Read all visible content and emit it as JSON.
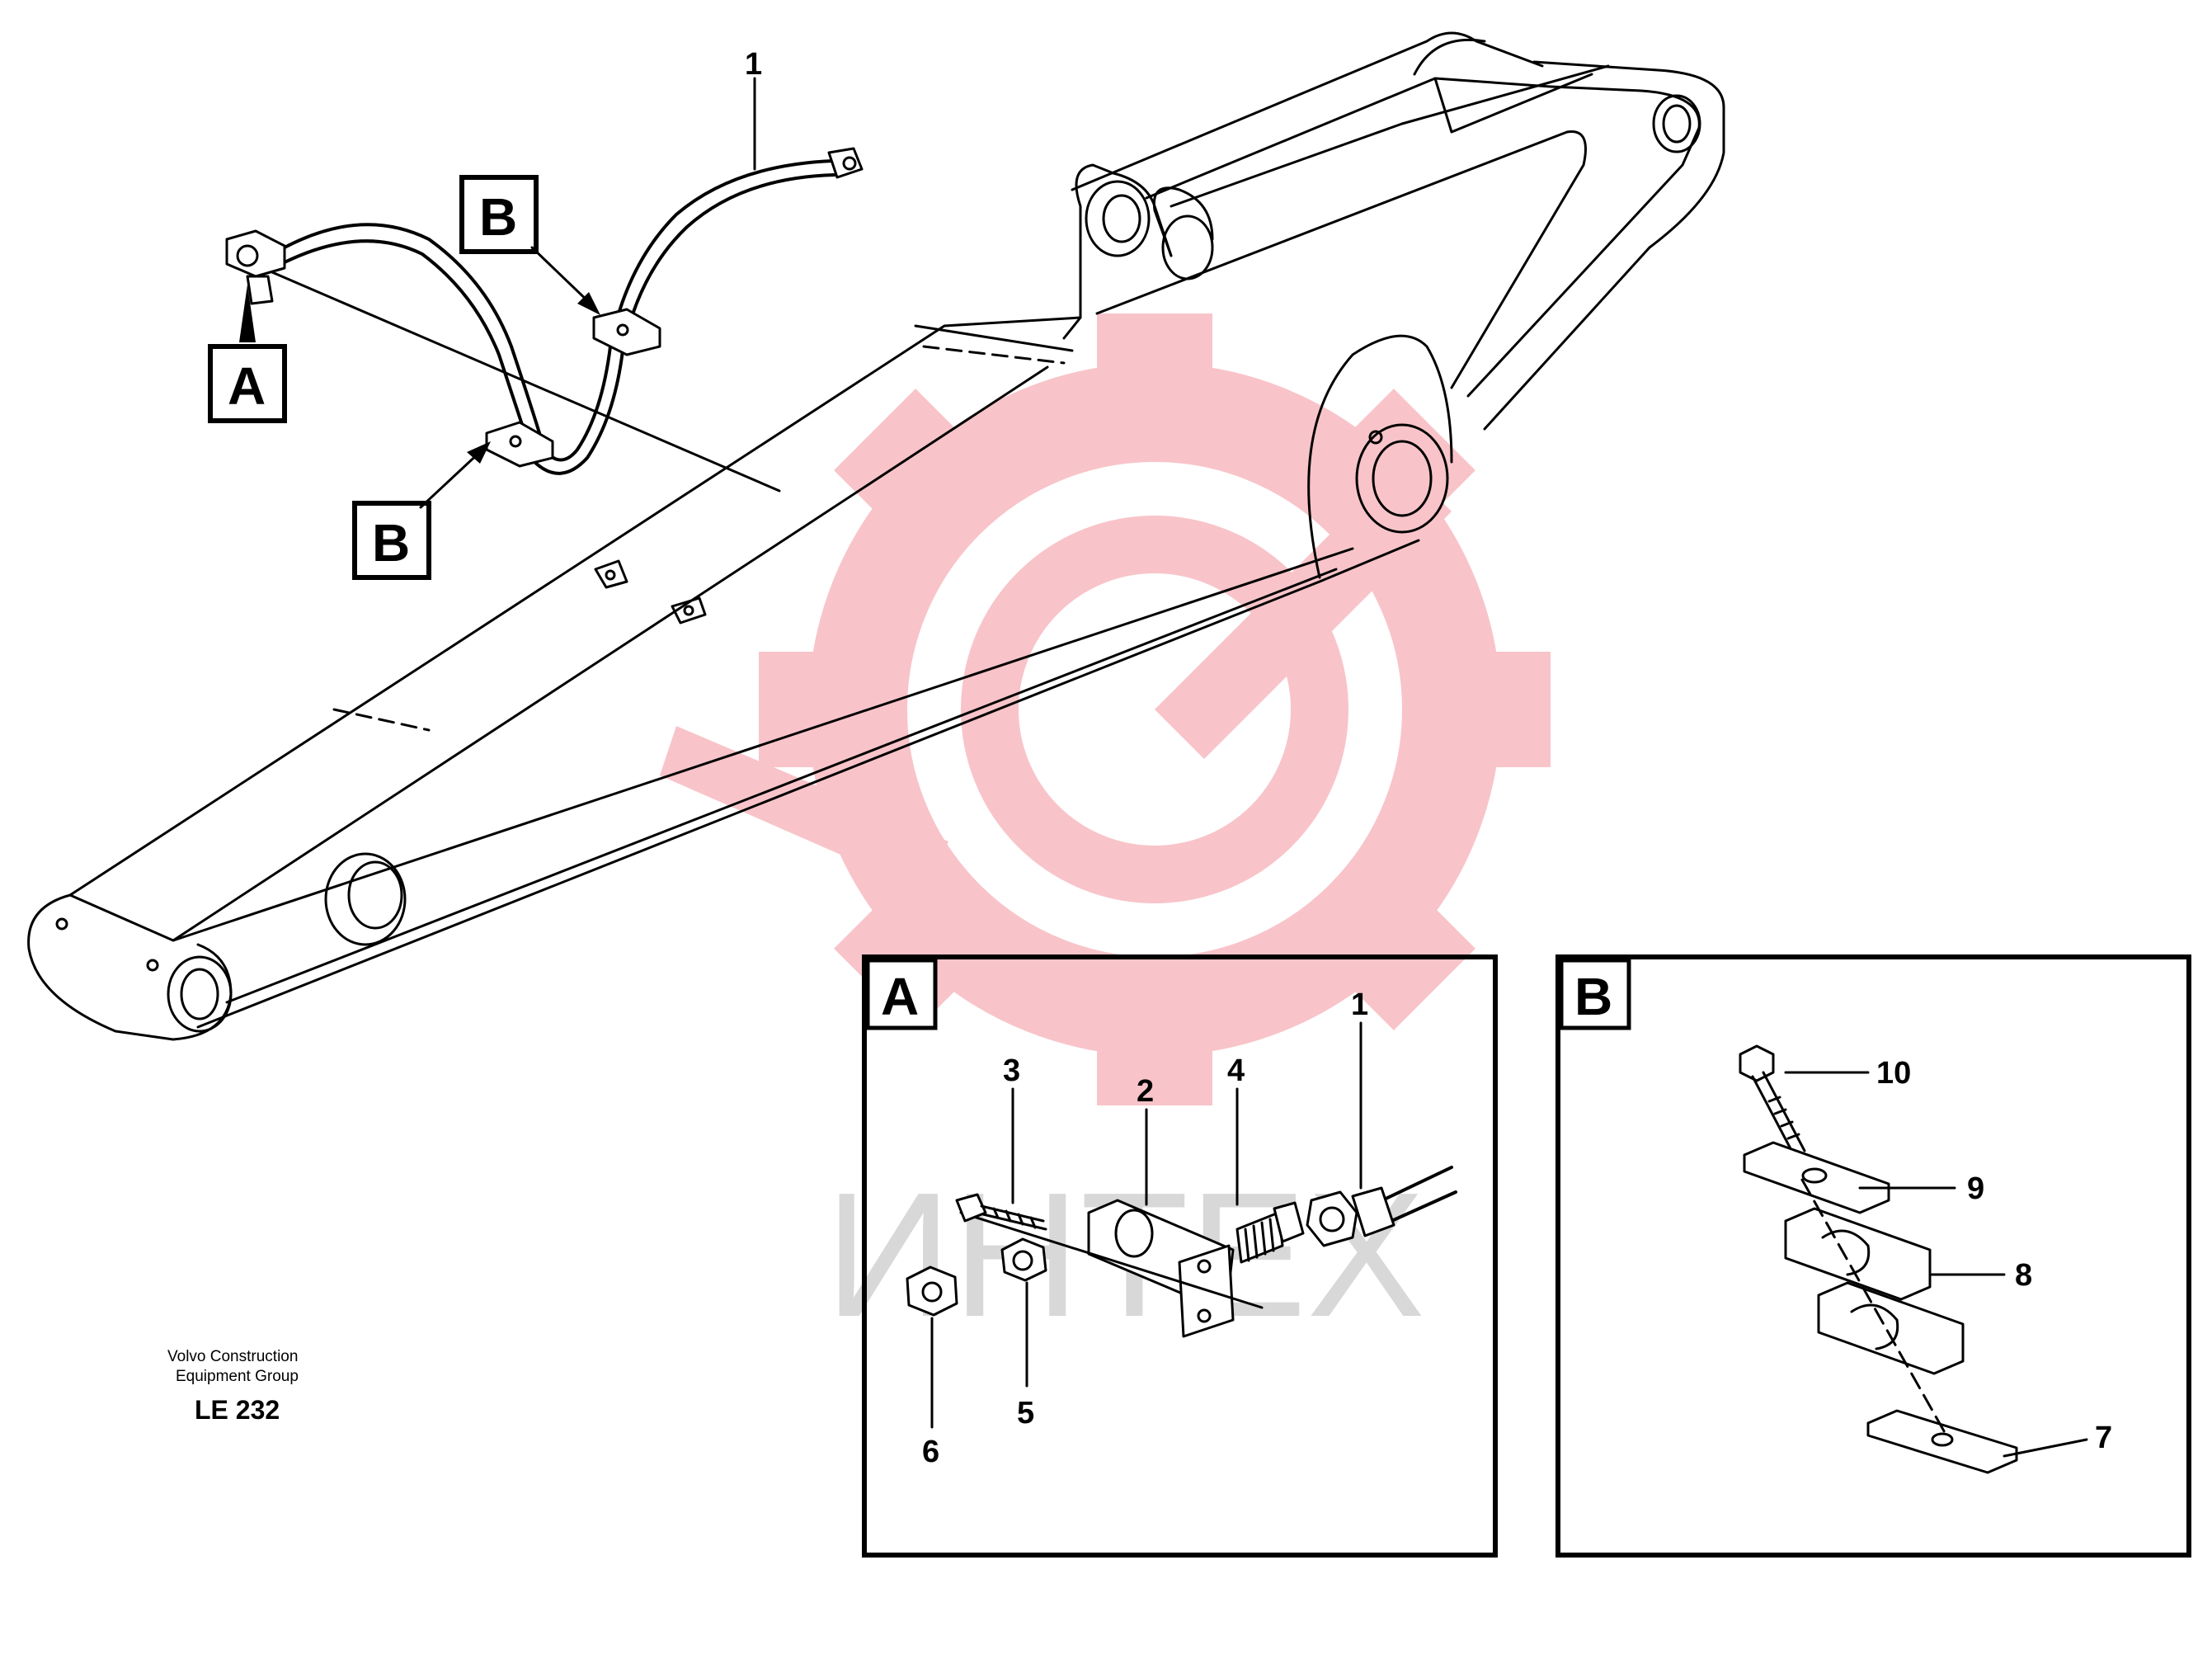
{
  "callouts": {
    "a": "A",
    "b": "B"
  },
  "main_view": {
    "hose_item": "1"
  },
  "detail_a": {
    "title": "A",
    "items": [
      "1",
      "2",
      "3",
      "4",
      "5",
      "6"
    ]
  },
  "detail_b": {
    "title": "B",
    "items": [
      "7",
      "8",
      "9",
      "10"
    ]
  },
  "caption": {
    "line1": "Volvo Construction",
    "line2": "Equipment Group",
    "code": "LE 232"
  },
  "watermark": {
    "text": "ИНТЕХ",
    "logo_color": "#f2a0a6",
    "text_color": "#d4d4d4"
  }
}
